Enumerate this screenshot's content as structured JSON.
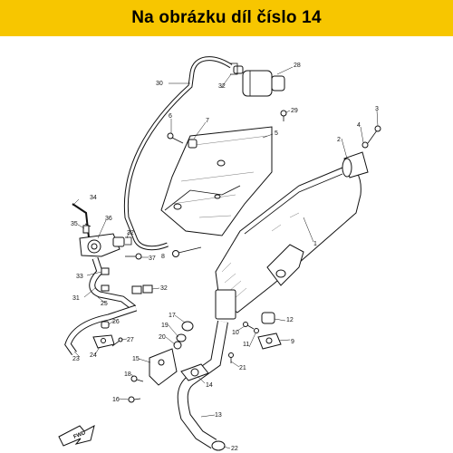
{
  "banner": {
    "title": "Na obrázku díl číslo 14",
    "background": "#f7c600"
  },
  "diagram": {
    "callouts": [
      "1",
      "2",
      "3",
      "4",
      "5",
      "6",
      "7",
      "8",
      "9",
      "10",
      "11",
      "12",
      "13",
      "14",
      "15",
      "16",
      "17",
      "18",
      "19",
      "20",
      "21",
      "22",
      "23",
      "24",
      "25",
      "26",
      "27",
      "28",
      "29",
      "30",
      "31",
      "32",
      "33",
      "34",
      "35",
      "36",
      "37"
    ],
    "direction_label": "FWD"
  }
}
